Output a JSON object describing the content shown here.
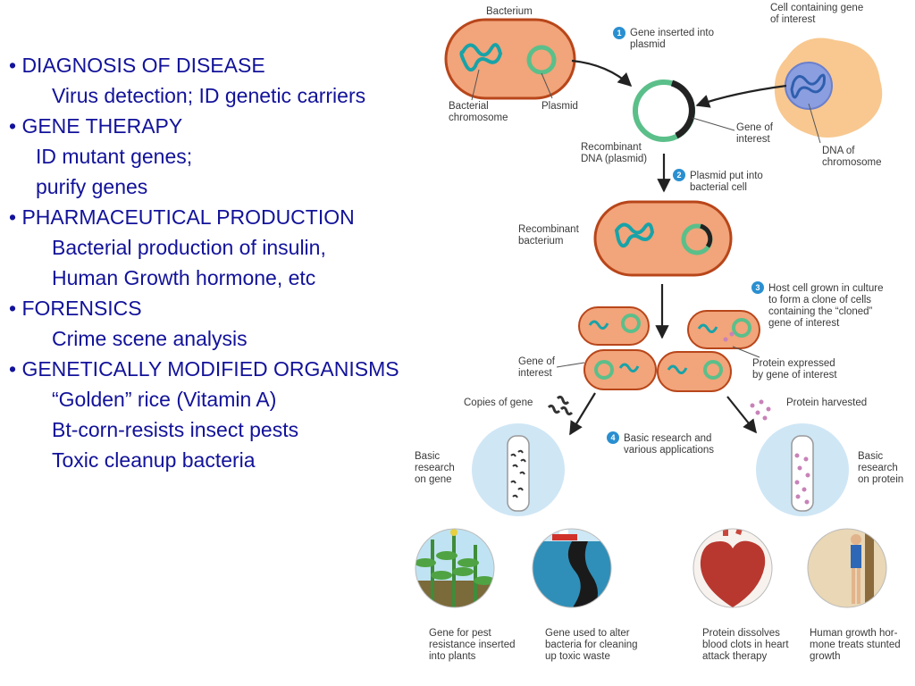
{
  "bullets": [
    {
      "text": "• DIAGNOSIS OF DISEASE",
      "indent": 0
    },
    {
      "text": "Virus detection; ID genetic carriers",
      "indent": 2
    },
    {
      "text": "• GENE THERAPY",
      "indent": 0
    },
    {
      "text": "ID mutant genes;",
      "indent": 1
    },
    {
      "text": "purify genes",
      "indent": 1
    },
    {
      "text": "• PHARMACEUTICAL PRODUCTION",
      "indent": 0
    },
    {
      "text": "Bacterial production of insulin,",
      "indent": 2
    },
    {
      "text": "Human Growth hormone, etc",
      "indent": 2
    },
    {
      "text": "• FORENSICS",
      "indent": 0
    },
    {
      "text": "Crime scene analysis",
      "indent": 2
    },
    {
      "text": "• GENETICALLY MODIFIED ORGANISMS",
      "indent": 0
    },
    {
      "text": "“Golden” rice (Vitamin A)",
      "indent": 2
    },
    {
      "text": "Bt-corn-resists insect pests",
      "indent": 2
    },
    {
      "text": "Toxic cleanup bacteria",
      "indent": 2
    }
  ],
  "colors": {
    "bullet_text": "#12129a",
    "step_badge": "#2a8fd0",
    "bacterium_fill": "#f2a47a",
    "bacterium_outline": "#b8461a",
    "plasmid": "#5bbf8a",
    "dna": "#17a3a8",
    "animal_cell": "#f8c890",
    "nucleus": "#8a9ee0",
    "protein": "#c882b8"
  },
  "diagram": {
    "bacterium": "Bacterium",
    "bacterial_chromosome": "Bacterial\nchromosome",
    "plasmid": "Plasmid",
    "cell_containing_gene": "Cell containing gene\nof interest",
    "step1_number": "1",
    "step1": "Gene inserted into\nplasmid",
    "gene_of_interest_top": "Gene of\ninterest",
    "dna_of_chromosome": "DNA of\nchromosome",
    "recombinant_dna": "Recombinant\nDNA (plasmid)",
    "step2_number": "2",
    "step2": "Plasmid put into\nbacterial cell",
    "recombinant_bacterium": "Recombinant\nbacterium",
    "step3_number": "3",
    "step3": "Host cell grown in culture\nto form a clone of cells\ncontaining the “cloned”\ngene of interest",
    "gene_of_interest_mid": "Gene of\ninterest",
    "protein_expressed": "Protein expressed\nby gene of interest",
    "copies_of_gene": "Copies of gene",
    "protein_harvested": "Protein harvested",
    "step4_number": "4",
    "step4": "Basic research and\nvarious applications",
    "basic_research_gene": "Basic\nresearch\non gene",
    "basic_research_protein": "Basic\nresearch\non protein",
    "app_plants": "Gene for pest\nresistance inserted\ninto plants",
    "app_bacteria": "Gene used to alter\nbacteria for cleaning\nup toxic waste",
    "app_heart": "Protein dissolves\nblood clots in heart\nattack therapy",
    "app_growth": "Human growth hor-\nmone treats stunted\ngrowth"
  }
}
